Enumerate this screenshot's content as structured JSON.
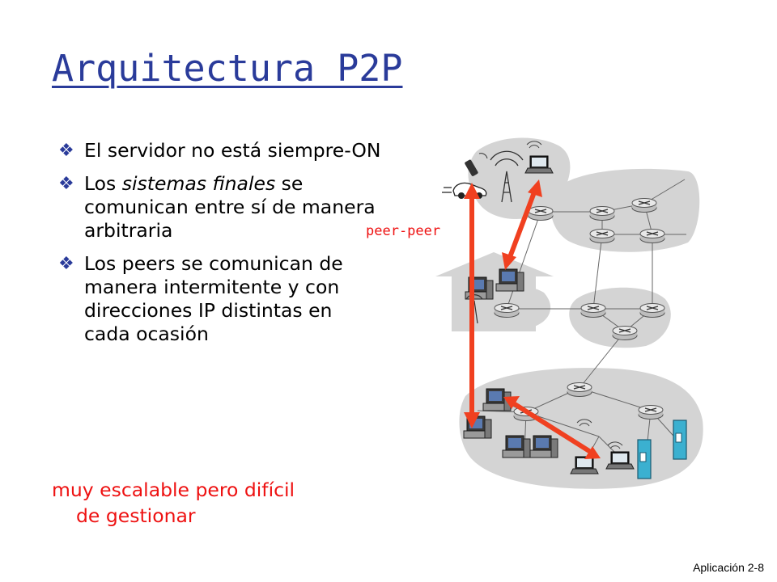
{
  "slide": {
    "title": "Arquitectura P2P",
    "bullets": [
      {
        "parts": [
          "El servidor no está siempre-ON"
        ]
      },
      {
        "parts": [
          "Los ",
          "sistemas finales",
          " se comunican entre sí de manera arbitraria"
        ]
      },
      {
        "parts": [
          "Los peers se comunican de manera intermitente y con direcciones IP distintas en cada ocasión"
        ]
      }
    ],
    "note_line1": "muy escalable pero difícil",
    "note_line2": "de gestionar",
    "peer_label": "peer-peer",
    "slide_number": "Aplicación 2-8"
  },
  "icons": {
    "bullet": "diamond-bullet-icon"
  },
  "colors": {
    "title": "#2a3b9a",
    "note_text": "#ee1111",
    "arrow": "#f04020",
    "cloud": "#d4d4d4"
  }
}
